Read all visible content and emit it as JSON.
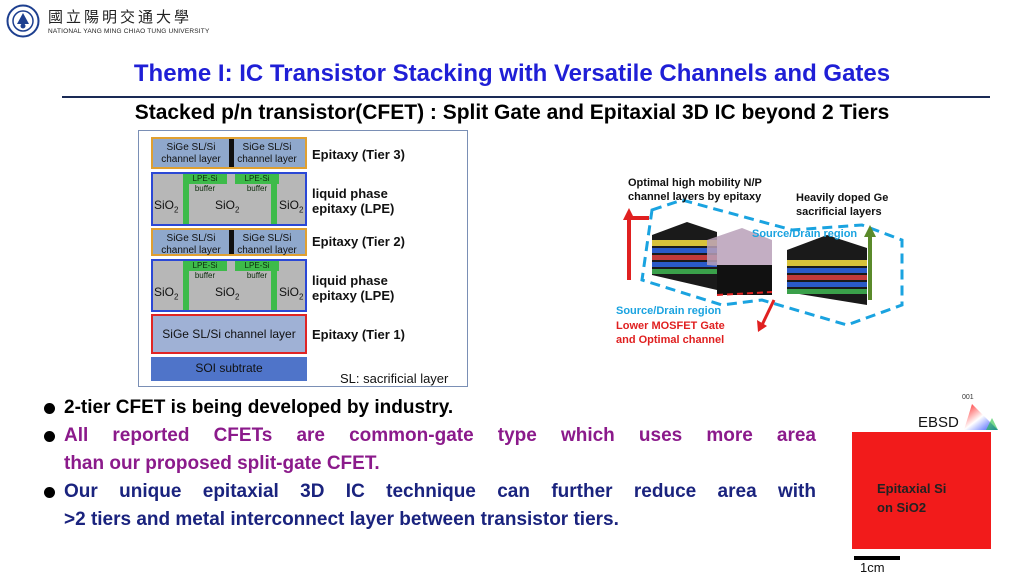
{
  "header": {
    "university_cn": "國立陽明交通大學",
    "university_en": "NATIONAL YANG MING CHIAO TUNG UNIVERSITY",
    "logo_icon": "nycu-seal-logo"
  },
  "slide": {
    "title": "Theme I: IC Transistor Stacking with Versatile Channels and Gates",
    "subtitle": "Stacked p/n transistor(CFET) : Split Gate and Epitaxial 3D IC beyond 2 Tiers"
  },
  "stack_diagram": {
    "channel_cell": "SiGe SL/Si channel layer",
    "buffer": "LPE-Si buffer",
    "sio2": "SiO",
    "sio2_sub": "2",
    "tier3": "Epitaxy (Tier 3)",
    "lpe_1": "liquid phase",
    "lpe_2": "epitaxy (LPE)",
    "tier2": "Epitaxy (Tier 2)",
    "tier1_layer": "SiGe SL/Si channel layer",
    "tier1": "Epitaxy (Tier 1)",
    "soi": "SOI subtrate",
    "note": "SL: sacrificial layer",
    "colors": {
      "channel": "#8fa8cc",
      "channel_border": "#e0a030",
      "oxide": "#b7b7b7",
      "lpe_border": "#2b48d6",
      "buffer": "#3dbb4a",
      "tier1_border": "#e02525",
      "soi": "#4f74c9"
    }
  },
  "device_3d": {
    "top_left_1": "Optimal high mobility N/P",
    "top_left_2": "channel layers by epitaxy",
    "top_right_1": "Heavily doped Ge",
    "top_right_2": "sacrificial layers",
    "sd_right": "Source/Drain region",
    "sd_left": "Source/Drain region",
    "gate_1": "Lower MOSFET Gate",
    "gate_2": "and Optimal channel"
  },
  "bullets": [
    {
      "text": "2-tier CFET is being developed by industry.",
      "color": "#000000"
    },
    {
      "text_1": "All reported CFETs are common-gate type which uses more area",
      "text_2": "than our proposed split-gate CFET.",
      "color": "#8b1a8b"
    },
    {
      "text_1": "Our unique epitaxial 3D IC technique can further reduce area with",
      "text_2": ">2 tiers and metal interconnect layer between transistor tiers.",
      "color": "#1a237e"
    }
  ],
  "ebsd": {
    "label": "EBSD",
    "orientation": "001",
    "box_1": "Epitaxial Si",
    "box_2": "on SiO2",
    "scale": "1cm",
    "color": "#f21b1b"
  }
}
